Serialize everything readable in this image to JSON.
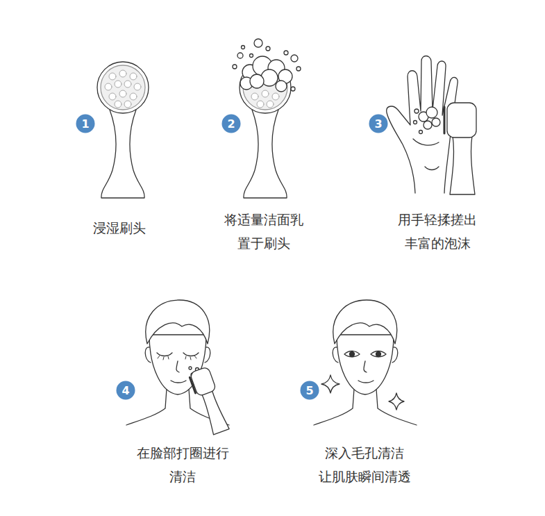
{
  "diagram": {
    "labels": [
      "1",
      "浸湿刷头",
      "2",
      "将适量洁面乳 置于刷头",
      "3",
      "用手轻揉搓出 丰富的泡沫",
      "4",
      "在脸部打圈进行 清洁",
      "5",
      "深入毛孔清洁 让肌肤瞬间清透"
    ]
  }
}
